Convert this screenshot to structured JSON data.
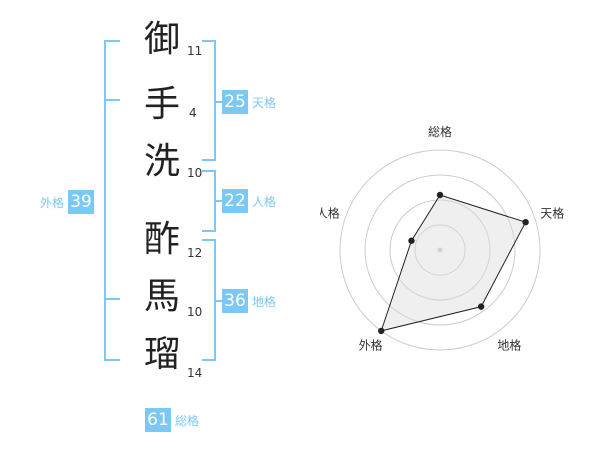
{
  "name": {
    "characters": [
      {
        "char": "御",
        "strokes": "11"
      },
      {
        "char": "手",
        "strokes": "4"
      },
      {
        "char": "洗",
        "strokes": "10"
      },
      {
        "char": "酢",
        "strokes": "12"
      },
      {
        "char": "馬",
        "strokes": "10"
      },
      {
        "char": "瑠",
        "strokes": "14"
      }
    ]
  },
  "fortunes": {
    "tenkaku": {
      "label": "天格",
      "value": "25"
    },
    "jinkaku": {
      "label": "人格",
      "value": "22"
    },
    "chikaku": {
      "label": "地格",
      "value": "36"
    },
    "gaikaku": {
      "label": "外格",
      "value": "39"
    },
    "soukaku": {
      "label": "総格",
      "value": "61"
    }
  },
  "colors": {
    "accent": "#7cc8f5"
  },
  "chart_data": {
    "type": "radar",
    "axes": [
      "総格",
      "天格",
      "地格",
      "外格",
      "人格"
    ],
    "values": [
      0.55,
      0.9,
      0.7,
      1.0,
      0.3
    ],
    "rings": 4
  }
}
